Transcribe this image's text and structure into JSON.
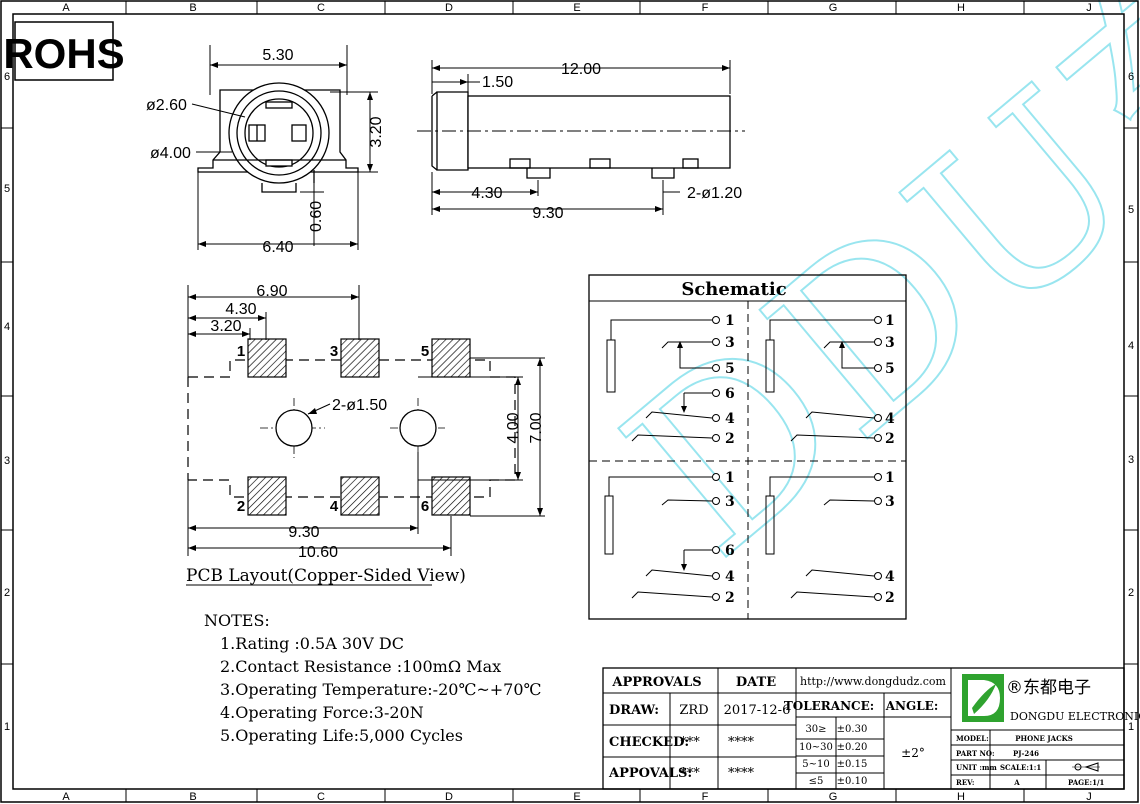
{
  "frame": {
    "cols": [
      "A",
      "B",
      "C",
      "D",
      "E",
      "F",
      "G",
      "H",
      "J"
    ],
    "rows": [
      "6",
      "5",
      "4",
      "3",
      "2",
      "1"
    ]
  },
  "rohs": "ROHS",
  "watermark": "DDU东都",
  "front_view": {
    "dim_top": "5.30",
    "dim_d1": "ø2.60",
    "dim_d2": "ø4.00",
    "dim_right": "3.20",
    "dim_bottom": "6.40",
    "dim_pin": "0.60"
  },
  "side_view": {
    "dim_length": "12.00",
    "dim_lip": "1.50",
    "dim_pin1": "4.30",
    "dim_pin2": "9.30",
    "dim_hole": "2-ø1.20"
  },
  "pcb": {
    "dim_690": "6.90",
    "dim_430": "4.30",
    "dim_320": "3.20",
    "dim_holes": "2-ø1.50",
    "dim_400": "4.00",
    "dim_700": "7.00",
    "dim_930": "9.30",
    "dim_1060": "10.60",
    "pads": [
      "1",
      "3",
      "5",
      "2",
      "4",
      "6"
    ],
    "caption": "PCB Layout(Copper-Sided View)"
  },
  "schematic": {
    "title": "Schematic",
    "q1": [
      "1",
      "3",
      "5",
      "6",
      "4",
      "2"
    ],
    "q2": [
      "1",
      "3",
      "5",
      "4",
      "2"
    ],
    "q3": [
      "1",
      "3",
      "6",
      "4",
      "2"
    ],
    "q4": [
      "1",
      "3",
      "4",
      "2"
    ]
  },
  "notes": {
    "title": "NOTES:",
    "items": [
      "1.Rating :0.5A 30V DC",
      "2.Contact Resistance :100mΩ Max",
      "3.Operating Temperature:-20℃~+70℃",
      "4.Operating Force:3-20N",
      "5.Operating Life:5,000 Cycles"
    ]
  },
  "title_block": {
    "approvals_h": "APPROVALS",
    "date_h": "DATE",
    "draw": "DRAW:",
    "draw_by": "ZRD",
    "draw_date": "2017-12-6",
    "checked": "CHECKED:",
    "checked_by": "***",
    "checked_date": "****",
    "appovals": "APPOVALS:",
    "appovals_by": "***",
    "appovals_date": "****",
    "url": "http://www.dongdudz.com",
    "tolerance": "TOLERANCE:",
    "angle": "ANGLE:",
    "tol_rows": [
      {
        "range": "30≥",
        "val": "±0.30"
      },
      {
        "range": "10~30",
        "val": "±0.20"
      },
      {
        "range": "5~10",
        "val": "±0.15"
      },
      {
        "range": "≤5",
        "val": "±0.10"
      }
    ],
    "angle_val": "±2°",
    "company_cn": "®东都电子",
    "company_en": "DONGDU ELECTRONICS",
    "model_l": "MODEL:",
    "model_v": "PHONE JACKS",
    "part_l": "PART NO:",
    "part_v": "PJ-246",
    "unit_l": "UNIT :mm",
    "scale": "SCALE:1:1",
    "rev_l": "REV:",
    "rev_v": "A",
    "page": "PAGE:1/1"
  }
}
